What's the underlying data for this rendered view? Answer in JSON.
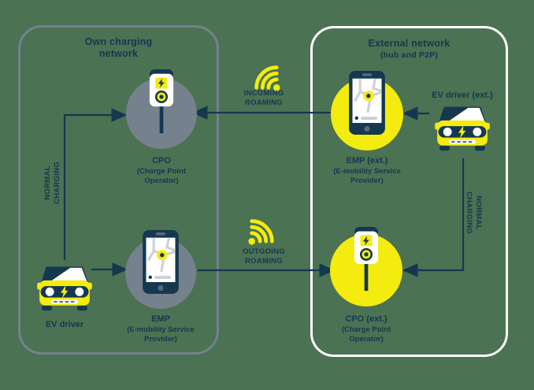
{
  "colors": {
    "background": "#4b7253",
    "navy": "#14384f",
    "yellow": "#f4eb0f",
    "slate_grey": "#76818e",
    "white": "#ffffff"
  },
  "own_network": {
    "title": "Own charging network",
    "normal_charging": "NORMAL CHARGING",
    "nodes": {
      "cpo": {
        "name": "CPO",
        "desc": "(Charge Point Operator)"
      },
      "emp": {
        "name": "EMP",
        "desc": "(E-mobility Service Provider)"
      },
      "ev_driver": {
        "label": "EV driver"
      }
    }
  },
  "external_network": {
    "title": "External network",
    "subtitle": "(hub and P2P)",
    "normal_charging": "NORMAL CHARGING",
    "nodes": {
      "emp_ext": {
        "name": "EMP (ext.)",
        "desc": "(E-mobility Service Provider)"
      },
      "cpo_ext": {
        "name": "CPO (ext.)",
        "desc": "(Charge Point Operator)"
      },
      "ev_driver_ext": {
        "label": "EV driver (ext.)"
      }
    }
  },
  "flows": {
    "incoming_roaming": "INCOMING ROAMING",
    "outgoing_roaming": "OUTGOING ROAMING"
  }
}
